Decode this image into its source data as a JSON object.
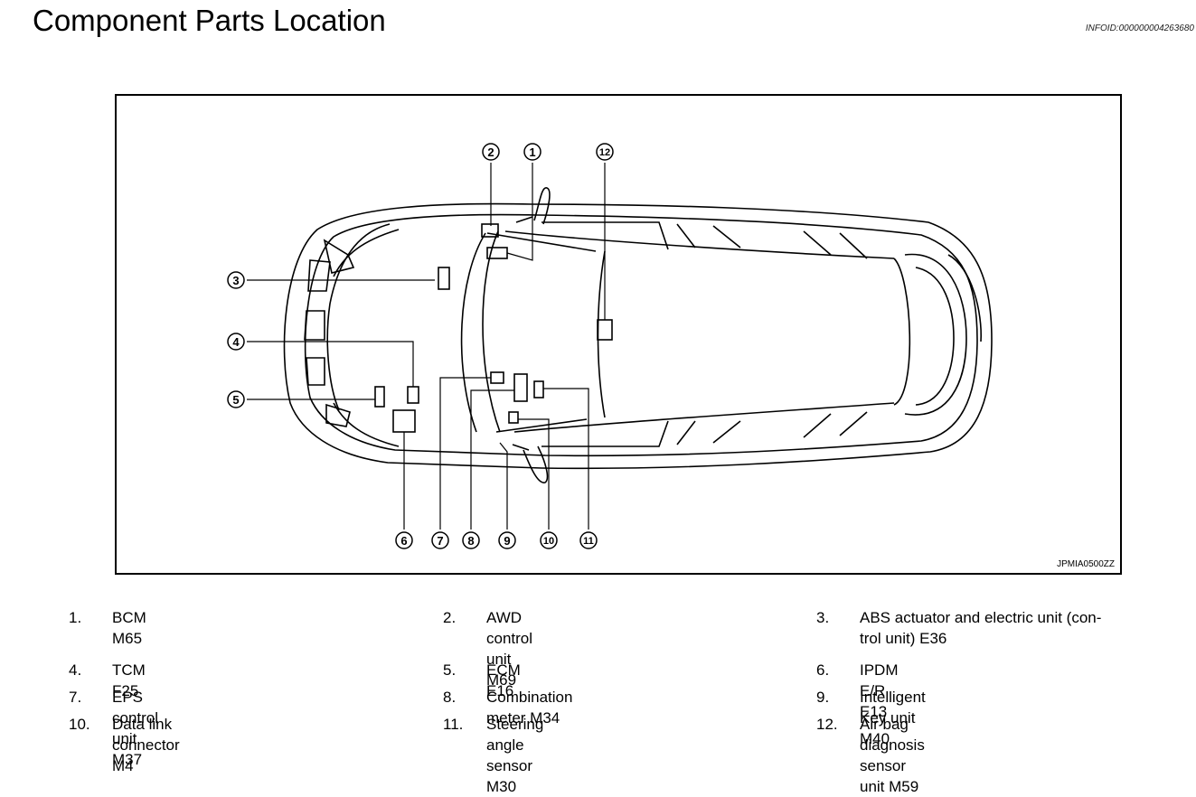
{
  "header": {
    "title": "Component Parts Location",
    "info_id": "INFOID:000000004263680"
  },
  "figure": {
    "code": "JPMIA0500ZZ",
    "callouts": [
      "1",
      "2",
      "3",
      "4",
      "5",
      "6",
      "7",
      "8",
      "9",
      "10",
      "11",
      "12"
    ]
  },
  "legend": [
    {
      "num": "1.",
      "text": "BCM M65"
    },
    {
      "num": "2.",
      "text": "AWD control unit M69"
    },
    {
      "num": "3.",
      "text": "ABS actuator and electric unit (con-",
      "text2": "trol unit) E36"
    },
    {
      "num": "4.",
      "text": "TCM F25"
    },
    {
      "num": "5.",
      "text": "ECM E16"
    },
    {
      "num": "6.",
      "text": "IPDM E/R E13"
    },
    {
      "num": "7.",
      "text": "EPS control unit M37"
    },
    {
      "num": "8.",
      "text": "Combination meter M34"
    },
    {
      "num": "9.",
      "text": "Intelligent Key unit M40"
    },
    {
      "num": "10.",
      "text": "Data link connector M4"
    },
    {
      "num": "11.",
      "text": "Steering angle sensor M30"
    },
    {
      "num": "12.",
      "text": "Air bag diagnosis sensor unit M59"
    }
  ]
}
